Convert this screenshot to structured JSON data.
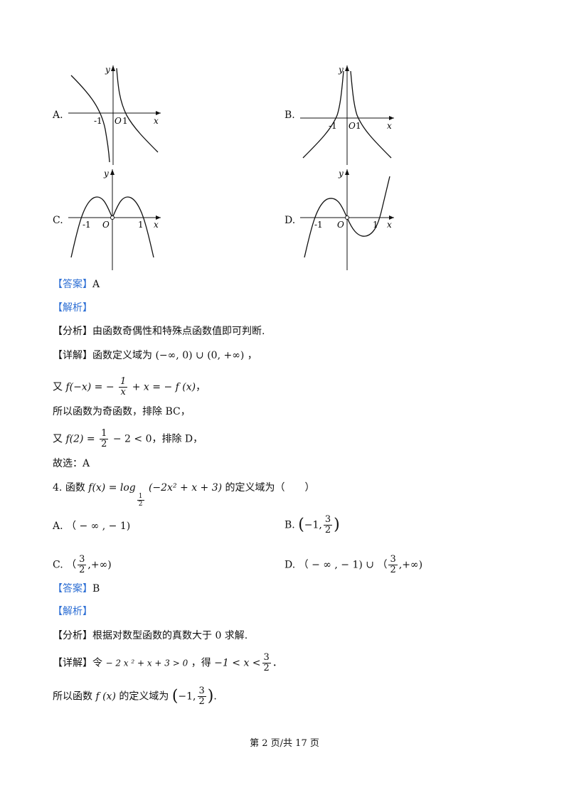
{
  "options_graph": [
    {
      "letter": "A.",
      "labels": {
        "y": "y",
        "x": "x",
        "neg1": "-1",
        "o": "O",
        "one": "1"
      }
    },
    {
      "letter": "B.",
      "labels": {
        "y": "y",
        "x": "x",
        "neg1": "-1",
        "o": "O",
        "one": "1"
      }
    },
    {
      "letter": "C.",
      "labels": {
        "y": "y",
        "x": "x",
        "neg1": "-1",
        "o": "O",
        "one": "1"
      }
    },
    {
      "letter": "D.",
      "labels": {
        "y": "y",
        "x": "x",
        "neg1": "-1",
        "o": "O",
        "one": "1"
      }
    }
  ],
  "q3": {
    "answer_tag": "【答案】",
    "answer": "A",
    "analysis_tag": "【解析】",
    "fenxi_tag": "【分析】",
    "fenxi_text": "由函数奇偶性和特殊点函数值即可判断.",
    "detail_tag": "【详解】",
    "detail_text": "函数定义域为",
    "domain": "(−∞, 0) ∪ (0, +∞)",
    "you1": "又",
    "fneg": "f(−x) = −",
    "frac1_num": "1",
    "frac1_den": "x",
    "fneg_rest": "+ x = − f (x)",
    "comma1": "，",
    "odd_text": "所以函数为奇函数，排除 BC，",
    "you2": "又",
    "f2": "f(2) =",
    "frac2_num": "1",
    "frac2_den": "2",
    "f2_rest": "− 2 < 0",
    "exclude_d": "，排除 D，",
    "choose": "故选：A"
  },
  "q4": {
    "number": "4.",
    "stem_pre": "函数",
    "func": "f(x) = log",
    "base_num": "1",
    "base_den": "2",
    "func_arg": "(−2x² + x + 3)",
    "stem_post": "的定义域为（　　）",
    "optA_letter": "A.",
    "optA": "（ − ∞ , − 1)",
    "optB_letter": "B.",
    "optB_pre": "−1,",
    "optB_num": "3",
    "optB_den": "2",
    "optC_letter": "C.",
    "optC_num": "3",
    "optC_den": "2",
    "optC_post": ",+∞)",
    "optD_letter": "D.",
    "optD_pre": "（ − ∞ , − 1) ∪ （",
    "optD_num": "3",
    "optD_den": "2",
    "optD_post": ",+∞)",
    "answer_tag": "【答案】",
    "answer": "B",
    "analysis_tag": "【解析】",
    "fenxi_tag": "【分析】",
    "fenxi_text": "根据对数型函数的真数大于 0 求解.",
    "detail_tag": "【详解】",
    "ling": "令",
    "ineq": "− 2 x ² + x + 3 > 0",
    "de": "，得",
    "result_pre": "−1 < x <",
    "res_num": "3",
    "res_den": "2",
    "period": "．",
    "final_pre": "所以函数",
    "final_fx": "f (x)",
    "final_mid": "的定义域为",
    "final_num": "3",
    "final_den": "2",
    "final_inner": "−1,"
  },
  "footer": "第 2 页/共 17 页"
}
